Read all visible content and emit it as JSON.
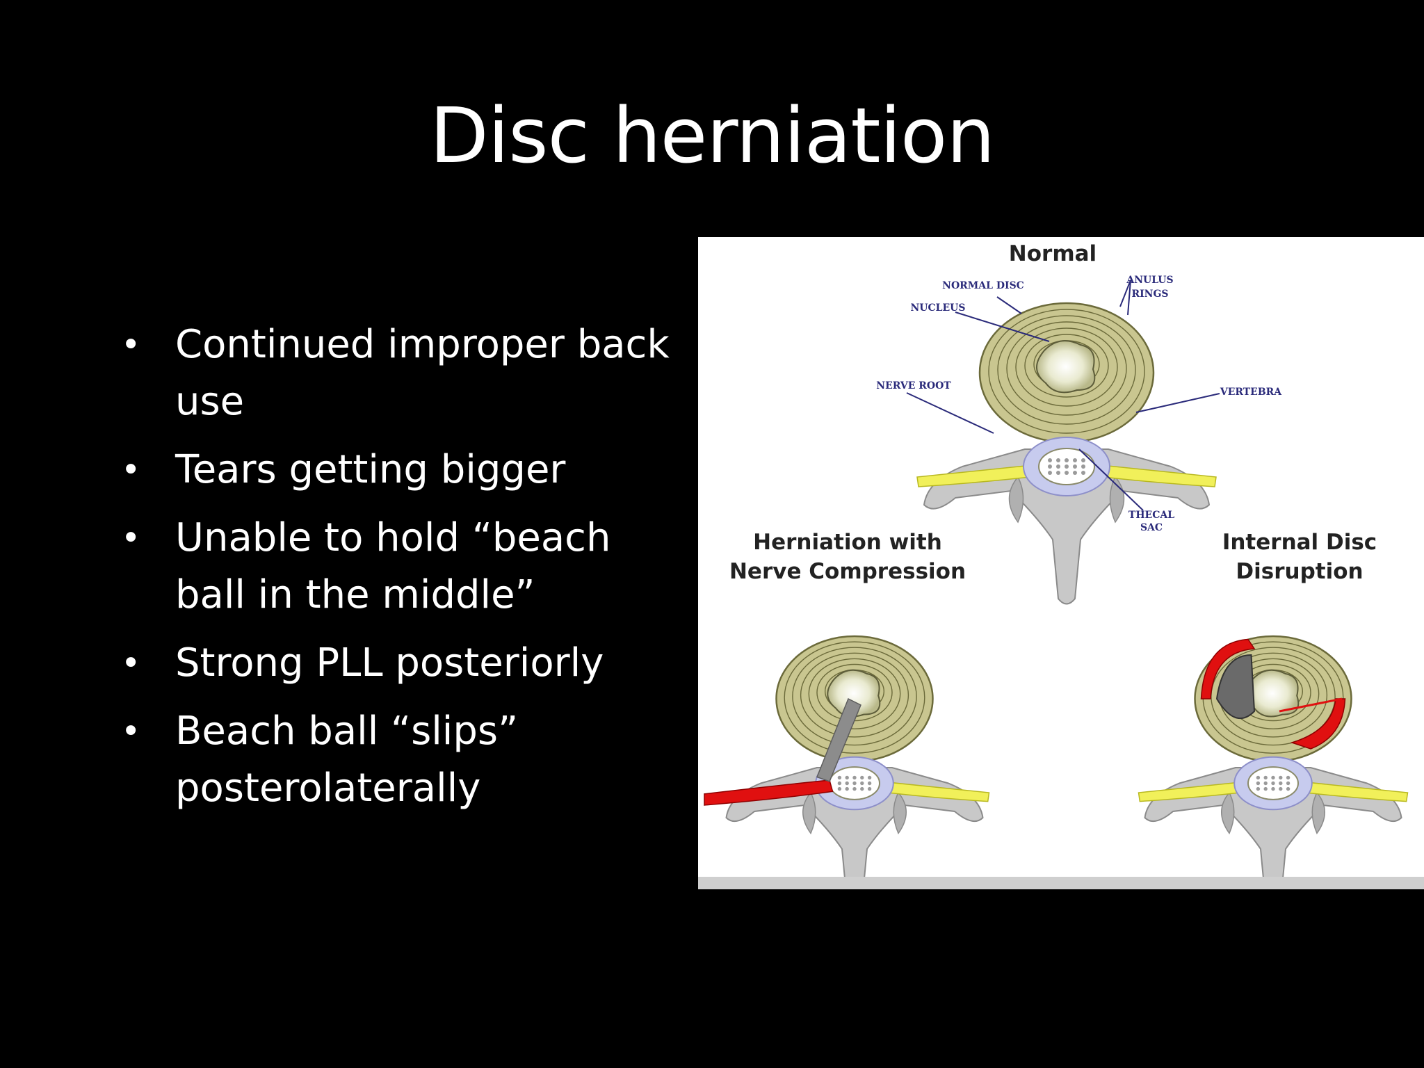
{
  "slide": {
    "title": "Disc herniation",
    "bullet_glyph": "•",
    "bullets": [
      "Continued improper back use",
      "Tears getting bigger",
      "Unable to hold “beach ball in the middle”",
      "Strong PLL posteriorly",
      "Beach ball “slips” posterolaterally"
    ]
  },
  "figure": {
    "panels": {
      "normal": "Normal",
      "herniation_line1": "Herniation with",
      "herniation_line2": "Nerve Compression",
      "internal_line1": "Internal Disc",
      "internal_line2": "Disruption"
    },
    "labels": {
      "normal_disc": "NORMAL DISC",
      "nucleus": "NUCLEUS",
      "anulus_line1": "ANULUS",
      "anulus_line2": "RINGS",
      "nerve_root": "NERVE ROOT",
      "vertebra": "VERTEBRA",
      "thecal_line1": "THECAL",
      "thecal_line2": "SAC"
    },
    "colors": {
      "disc": "#c9c690",
      "ring_line": "#6b6a3a",
      "nucleus": "#f2f2dc",
      "bone": "#c8c8c8",
      "thecal_sac": "#c7cbee",
      "nerve": "#f1f05a",
      "herniation": "#e01010",
      "label_text": "#2a2a7a"
    }
  }
}
